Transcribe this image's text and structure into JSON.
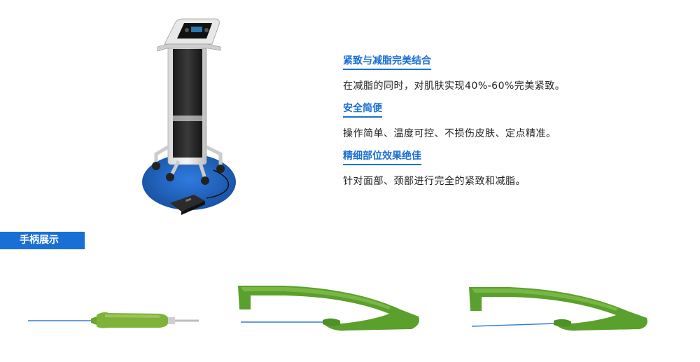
{
  "features": [
    {
      "title": "紧致与减脂完美结合",
      "description": "在减脂的同时，对肌肤实现40%-60%完美紧致。"
    },
    {
      "title": "安全简便",
      "description": "操作简单、温度可控、不损伤皮肤、定点精准。"
    },
    {
      "title": "精细部位效果绝佳",
      "description": "针对面部、颈部进行完全的紧致和减脂。"
    }
  ],
  "section": {
    "label": "手柄展示"
  },
  "colors": {
    "accent": "#1a6fd6",
    "handpiece_green": "#5aa02c",
    "base_blue": "#1f5fb8"
  }
}
